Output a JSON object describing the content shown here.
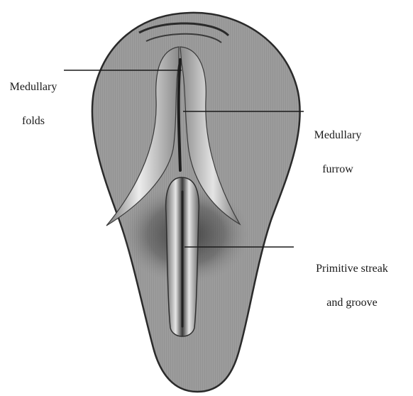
{
  "labels": {
    "medullary_folds": {
      "line1": "Medullary",
      "line2": "folds"
    },
    "medullary_furrow": {
      "line1": "Medullary",
      "line2": "furrow"
    },
    "primitive_streak": {
      "line1": "Primitive streak",
      "line2": "and groove"
    }
  },
  "colors": {
    "embryo_fill": "#9a9a9a",
    "outline": "#2a2a2a",
    "fold_highlight": "#e8e8e8",
    "shadow": "#4a4a4a",
    "leader_line": "#1a1a1a"
  }
}
